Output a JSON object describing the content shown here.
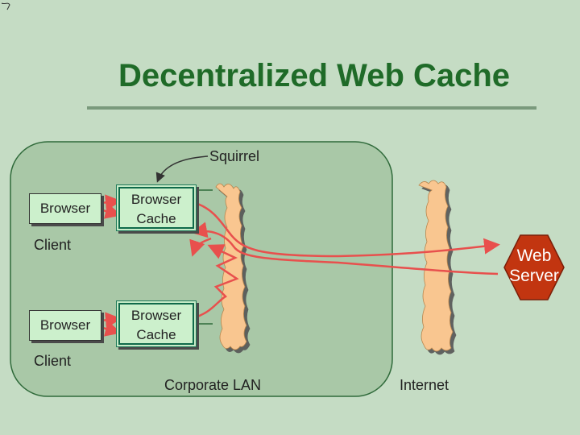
{
  "title": "Decentralized Web Cache",
  "labels": {
    "squirrel": "Squirrel",
    "client_top": "Client",
    "client_bottom": "Client",
    "corporate_lan": "Corporate LAN",
    "internet": "Internet"
  },
  "clients": [
    {
      "browser": "Browser",
      "cache_line1": "Browser",
      "cache_line2": "Cache"
    },
    {
      "browser": "Browser",
      "cache_line1": "Browser",
      "cache_line2": "Cache"
    }
  ],
  "web_server": {
    "line1": "Web",
    "line2": "Server"
  },
  "colors": {
    "background": "#c5dcc4",
    "title": "#1f6b28",
    "panel": "#a9c8a7",
    "cloud": "#f9c690",
    "arrow": "#e8504d",
    "web_server": "#c23510"
  }
}
